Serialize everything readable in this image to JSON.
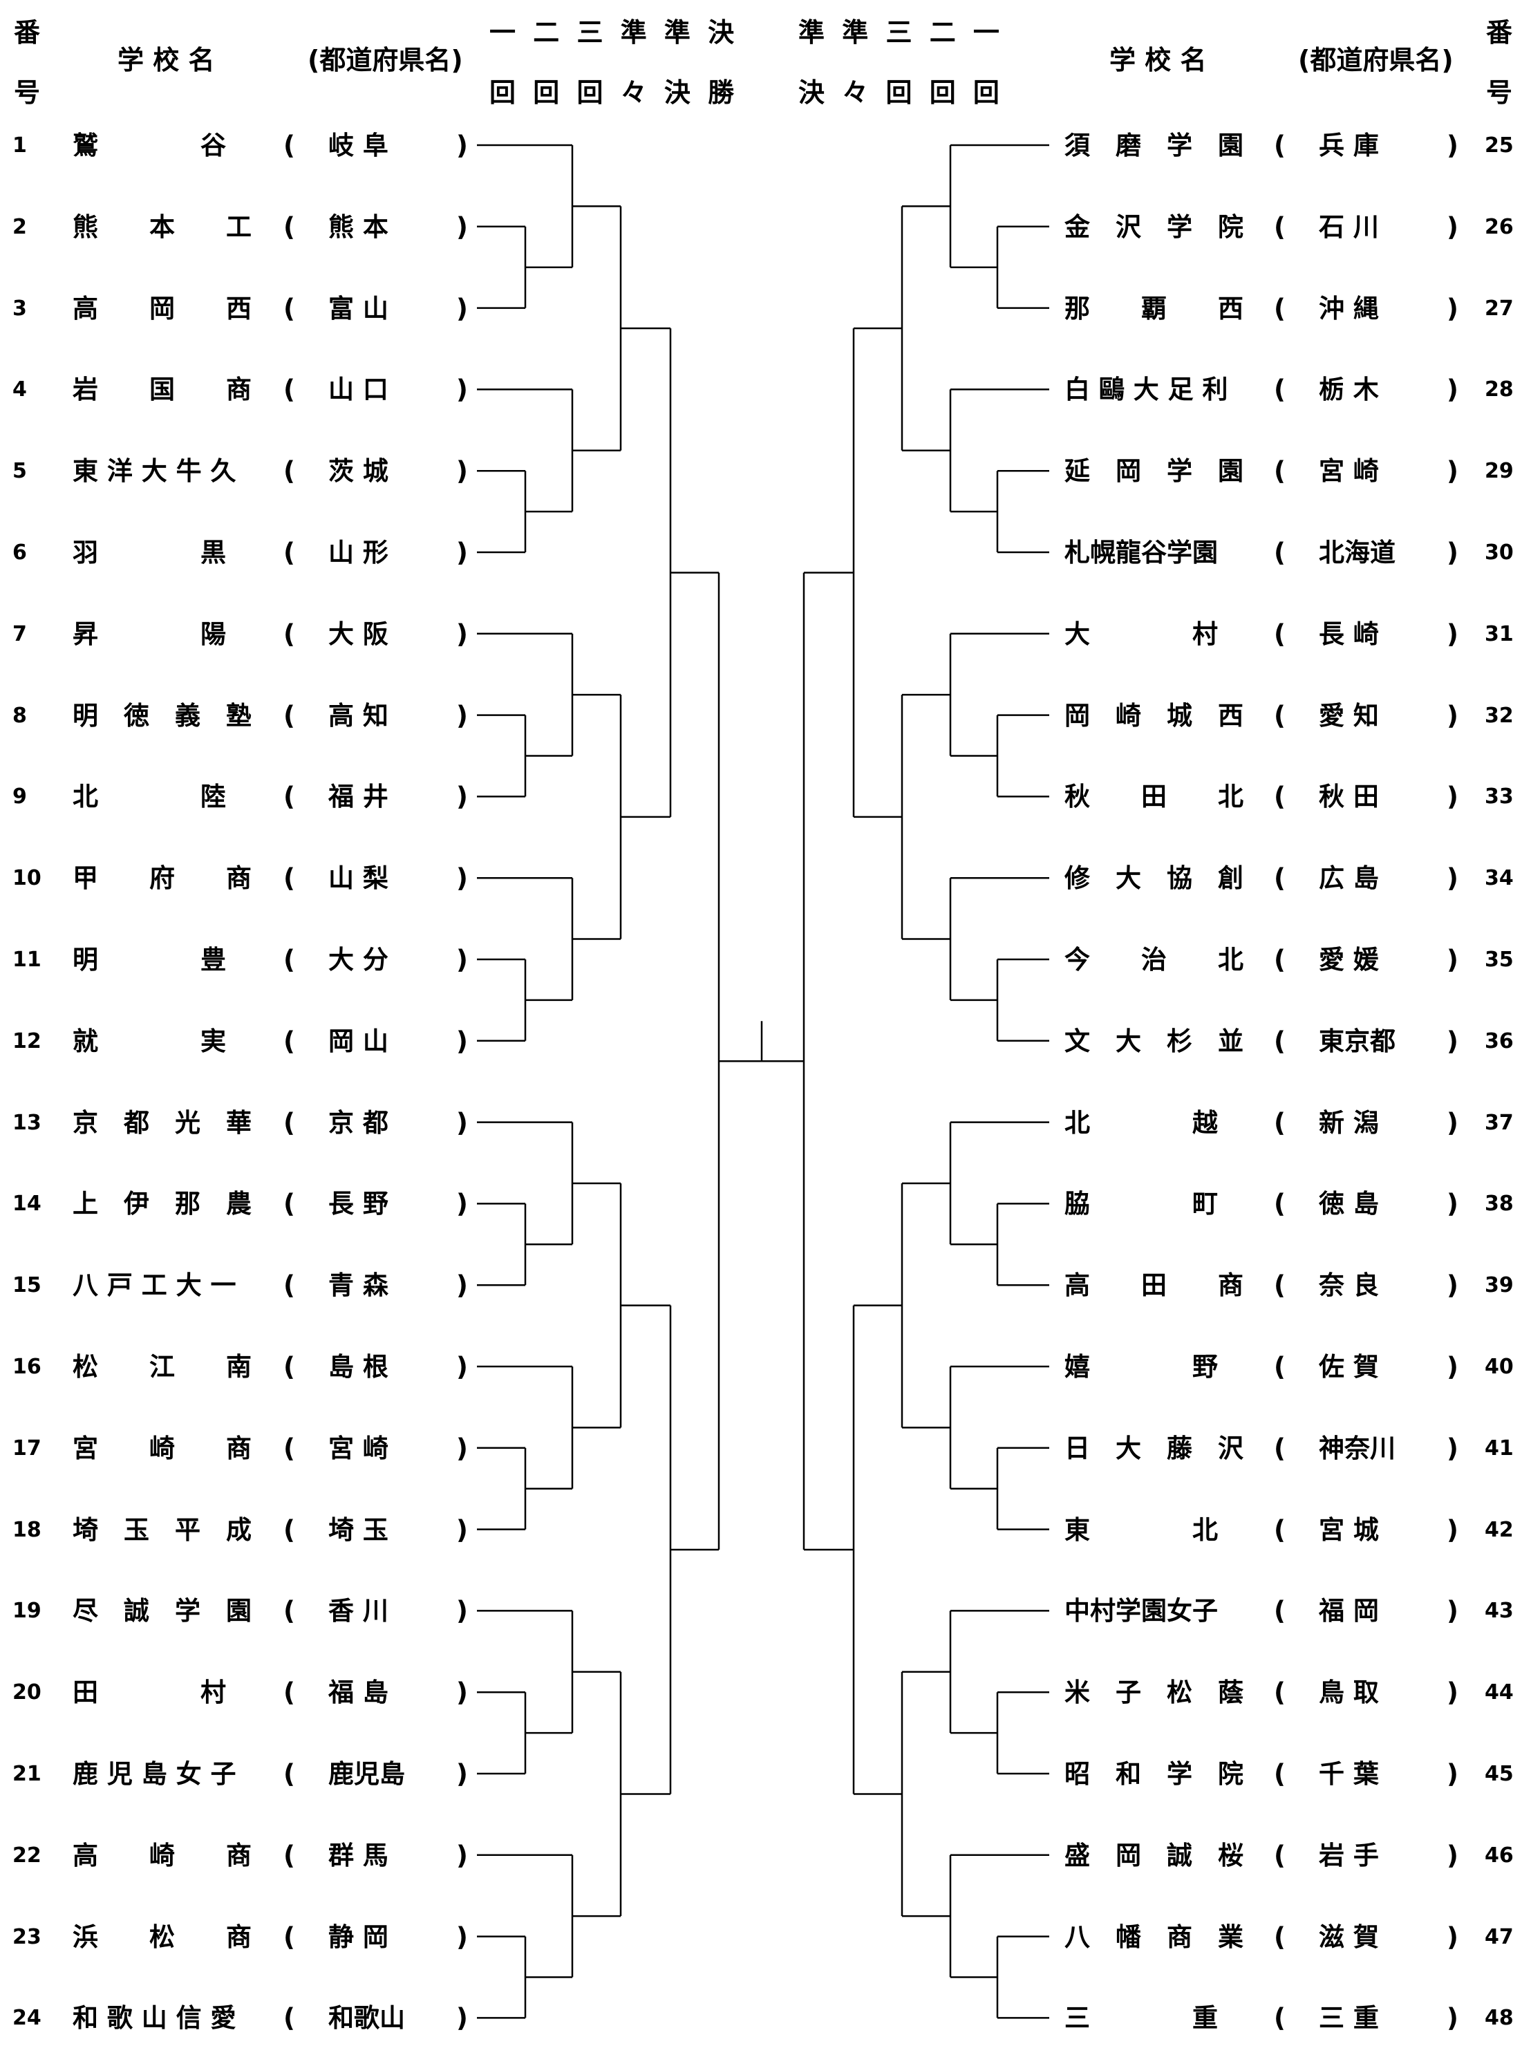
{
  "header": {
    "ban": "番",
    "go": "号",
    "school_label": "学 校 名",
    "pref_label": "(都道府県名)",
    "rounds_top": "一 二 三 準 準 決",
    "rounds_bottom": "回 回 回 々 決 勝",
    "rounds_top_right": "準 準 三 二 一",
    "rounds_bottom_right": "決 々 回 回 回"
  },
  "left": [
    {
      "num": "1",
      "school": "鷲　　　　谷",
      "pref": "岐 阜"
    },
    {
      "num": "2",
      "school": "熊　　本　　工",
      "pref": "熊 本"
    },
    {
      "num": "3",
      "school": "高　　岡　　西",
      "pref": "富 山"
    },
    {
      "num": "4",
      "school": "岩　　国　　商",
      "pref": "山 口"
    },
    {
      "num": "5",
      "school": "東 洋 大 牛 久",
      "pref": "茨 城"
    },
    {
      "num": "6",
      "school": "羽　　　　黒",
      "pref": "山 形"
    },
    {
      "num": "7",
      "school": "昇　　　　陽",
      "pref": "大 阪"
    },
    {
      "num": "8",
      "school": "明　徳　義　塾",
      "pref": "高 知"
    },
    {
      "num": "9",
      "school": "北　　　　陸",
      "pref": "福 井"
    },
    {
      "num": "10",
      "school": "甲　　府　　商",
      "pref": "山 梨"
    },
    {
      "num": "11",
      "school": "明　　　　豊",
      "pref": "大 分"
    },
    {
      "num": "12",
      "school": "就　　　　実",
      "pref": "岡 山"
    },
    {
      "num": "13",
      "school": "京　都　光　華",
      "pref": "京 都"
    },
    {
      "num": "14",
      "school": "上　伊　那　農",
      "pref": "長 野"
    },
    {
      "num": "15",
      "school": "八 戸 工 大 一",
      "pref": "青 森"
    },
    {
      "num": "16",
      "school": "松　　江　　南",
      "pref": "島 根"
    },
    {
      "num": "17",
      "school": "宮　　崎　　商",
      "pref": "宮 崎"
    },
    {
      "num": "18",
      "school": "埼　玉　平　成",
      "pref": "埼 玉"
    },
    {
      "num": "19",
      "school": "尽　誠　学　園",
      "pref": "香 川"
    },
    {
      "num": "20",
      "school": "田　　　　村",
      "pref": "福 島"
    },
    {
      "num": "21",
      "school": "鹿 児 島 女 子",
      "pref": "鹿児島"
    },
    {
      "num": "22",
      "school": "高　　崎　　商",
      "pref": "群 馬"
    },
    {
      "num": "23",
      "school": "浜　　松　　商",
      "pref": "静 岡"
    },
    {
      "num": "24",
      "school": "和 歌 山 信 愛",
      "pref": "和歌山"
    }
  ],
  "right": [
    {
      "num": "25",
      "school": "須　磨　学　園",
      "pref": "兵 庫"
    },
    {
      "num": "26",
      "school": "金　沢　学　院",
      "pref": "石 川"
    },
    {
      "num": "27",
      "school": "那　　覇　　西",
      "pref": "沖 縄"
    },
    {
      "num": "28",
      "school": "白 鷗 大 足 利",
      "pref": "栃 木"
    },
    {
      "num": "29",
      "school": "延　岡　学　園",
      "pref": "宮 崎"
    },
    {
      "num": "30",
      "school": "札幌龍谷学園",
      "pref": "北海道"
    },
    {
      "num": "31",
      "school": "大　　　　村",
      "pref": "長 崎"
    },
    {
      "num": "32",
      "school": "岡　崎　城　西",
      "pref": "愛 知"
    },
    {
      "num": "33",
      "school": "秋　　田　　北",
      "pref": "秋 田"
    },
    {
      "num": "34",
      "school": "修　大　協　創",
      "pref": "広 島"
    },
    {
      "num": "35",
      "school": "今　　治　　北",
      "pref": "愛 媛"
    },
    {
      "num": "36",
      "school": "文　大　杉　並",
      "pref": "東京都"
    },
    {
      "num": "37",
      "school": "北　　　　越",
      "pref": "新 潟"
    },
    {
      "num": "38",
      "school": "脇　　　　町",
      "pref": "徳 島"
    },
    {
      "num": "39",
      "school": "高　　田　　商",
      "pref": "奈 良"
    },
    {
      "num": "40",
      "school": "嬉　　　　野",
      "pref": "佐 賀"
    },
    {
      "num": "41",
      "school": "日　大　藤　沢",
      "pref": "神奈川"
    },
    {
      "num": "42",
      "school": "東　　　　北",
      "pref": "宮 城"
    },
    {
      "num": "43",
      "school": "中村学園女子",
      "pref": "福 岡"
    },
    {
      "num": "44",
      "school": "米　子　松　蔭",
      "pref": "鳥 取"
    },
    {
      "num": "45",
      "school": "昭　和　学　院",
      "pref": "千 葉"
    },
    {
      "num": "46",
      "school": "盛　岡　誠　桜",
      "pref": "岩 手"
    },
    {
      "num": "47",
      "school": "八　幡　商　業",
      "pref": "滋 賀"
    },
    {
      "num": "48",
      "school": "三　　　　重",
      "pref": "三 重"
    }
  ]
}
